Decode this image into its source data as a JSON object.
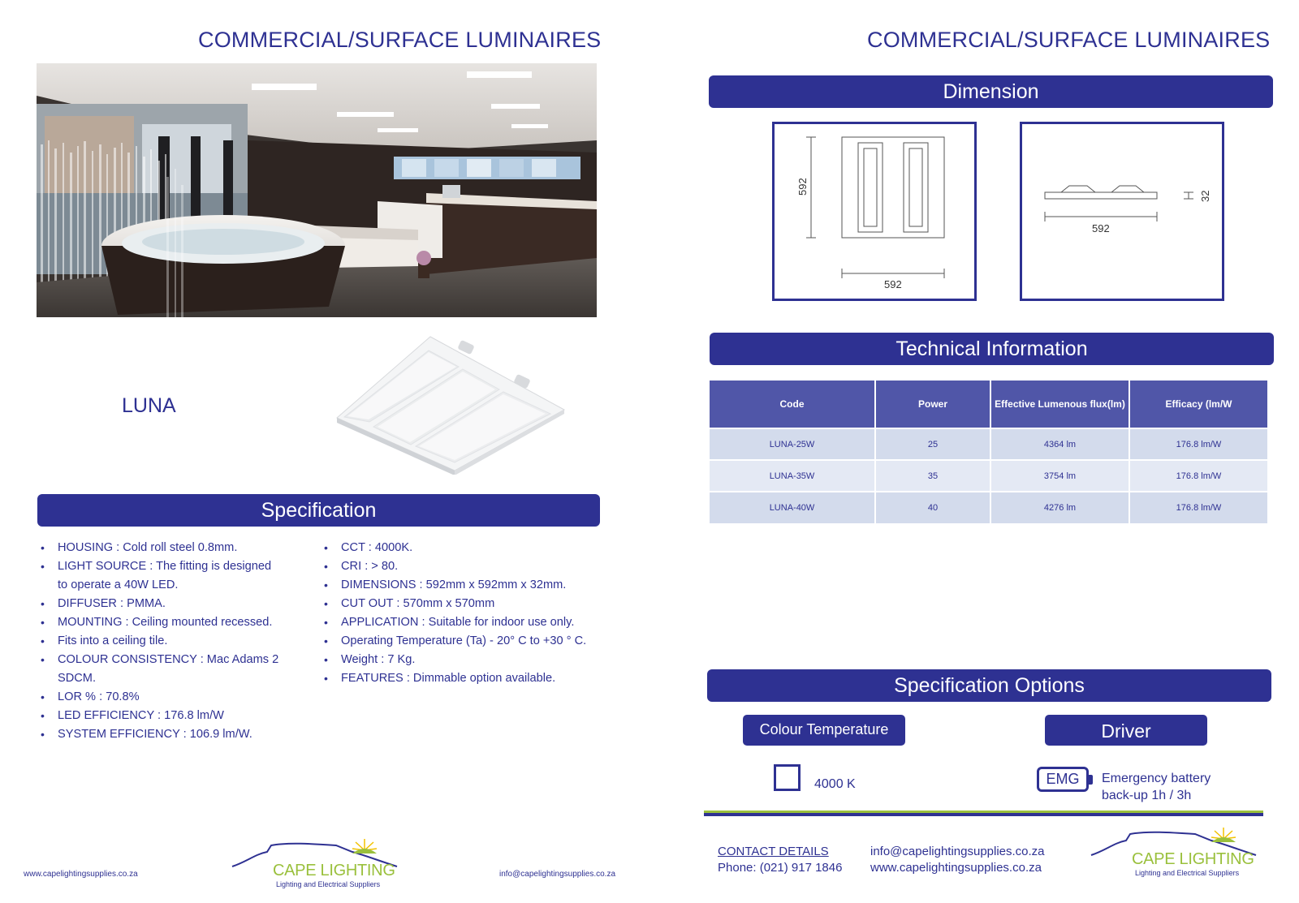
{
  "left_page": {
    "title": "COMMERCIAL/SURFACE LUMINAIRES",
    "product_name": "LUNA",
    "spec_heading": "Specification",
    "spec_col1": [
      "HOUSING : Cold roll steel 0.8mm.",
      "LIGHT SOURCE : The fitting is designed to operate a 40W LED.",
      "DIFFUSER : PMMA.",
      "MOUNTING : Ceiling mounted recessed.",
      "Fits into a ceiling tile.",
      "COLOUR CONSISTENCY : Mac Adams 2 SDCM.",
      "LOR % : 70.8%",
      "LED EFFICIENCY : 176.8 lm/W",
      "SYSTEM EFFICIENCY : 106.9 lm/W."
    ],
    "spec_col2": [
      "CCT : 4000K.",
      "CRI : > 80.",
      "DIMENSIONS : 592mm x 592mm x 32mm.",
      "CUT OUT : 570mm x 570mm",
      "APPLICATION : Suitable for indoor use only.",
      "Operating Temperature (Ta) - 20° C to +30 ° C.",
      "Weight : 7 Kg.",
      "FEATURES : Dimmable option available."
    ],
    "footer_left_url": "www.capelightingsupplies.co.za",
    "footer_right_email": "info@capelightingsupplies.co.za"
  },
  "logo": {
    "name": "CAPE LIGHTING",
    "tagline": "Lighting and Electrical Suppliers"
  },
  "right_page": {
    "title": "COMMERCIAL/SURFACE LUMINAIRES",
    "dimension_heading": "Dimension",
    "dimension_front": {
      "height_label": "592",
      "width_label": "592"
    },
    "dimension_side": {
      "width_label": "592",
      "height_label": "32"
    },
    "tech_heading": "Technical Information",
    "table": {
      "headers": [
        "Code",
        "Power",
        "Effective Lumenous flux(lm)",
        "Efficacy (lm/W"
      ],
      "rows": [
        [
          "LUNA-25W",
          "25",
          "4364 lm",
          "176.8 lm/W"
        ],
        [
          "LUNA-35W",
          "35",
          "3754 lm",
          "176.8 lm/W"
        ],
        [
          "LUNA-40W",
          "40",
          "4276 lm",
          "176.8 lm/W"
        ]
      ]
    },
    "options_heading": "Specification Options",
    "colour_temp_button": "Colour Temperature",
    "driver_button": "Driver",
    "colour_option_label": "4000 K",
    "emg_badge": "EMG",
    "emg_line1": "Emergency battery",
    "emg_line2": "back-up 1h / 3h",
    "contact_heading": "CONTACT DETAILS",
    "phone": "Phone: (021) 917 1846",
    "email": "info@capelightingsupplies.co.za",
    "website": "www.capelightingsupplies.co.za"
  },
  "colors": {
    "brand_blue": "#2e3192",
    "brand_green": "#9ac03c",
    "table_header": "#5056a8",
    "table_row_dark": "#d3dbec",
    "table_row_light": "#e4e9f4"
  }
}
